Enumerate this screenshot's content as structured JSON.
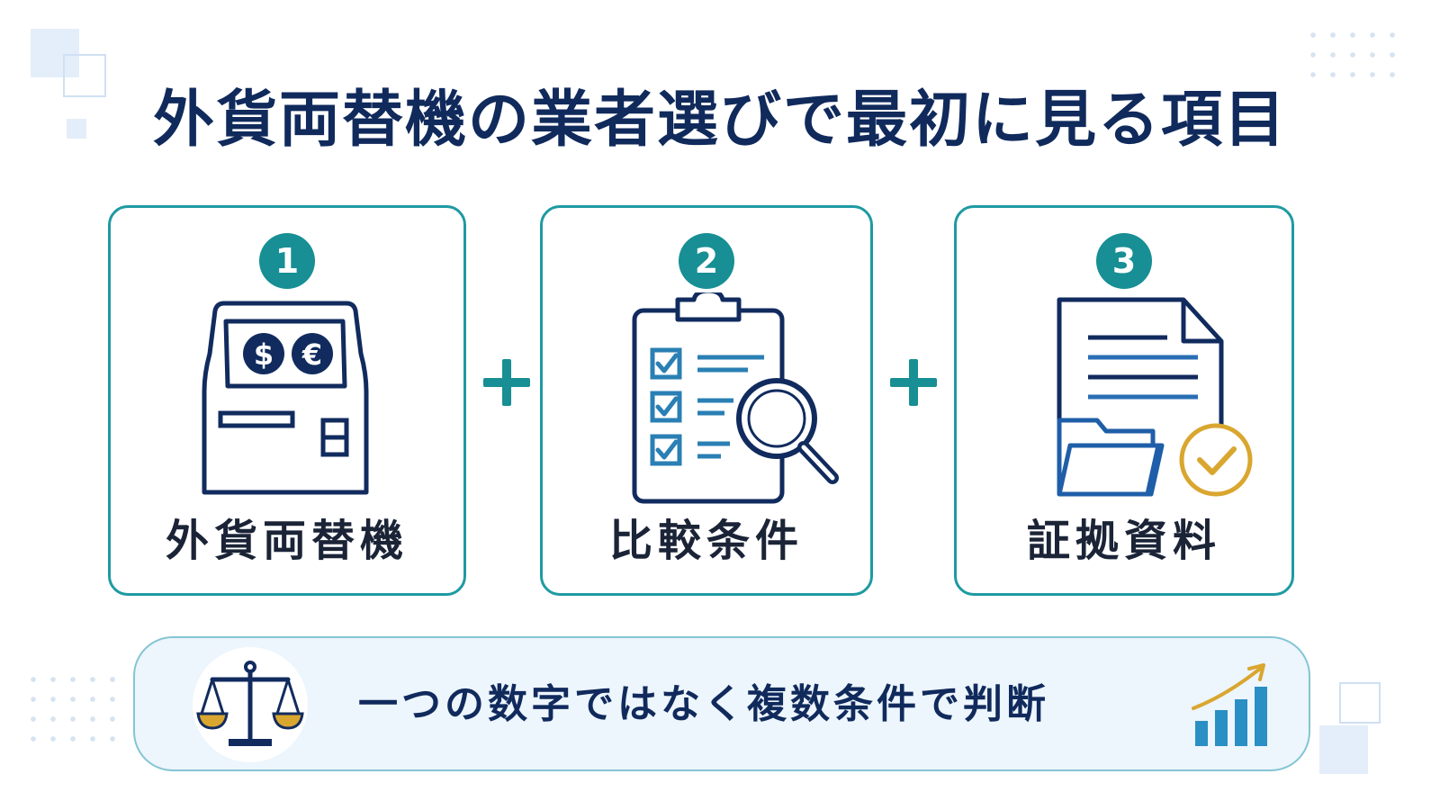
{
  "title": "外貨両替機の業者選びで最初に見る項目",
  "steps": [
    {
      "number": "1",
      "label": "外貨両替機",
      "icon": "currency-exchange-machine-icon"
    },
    {
      "number": "2",
      "label": "比較条件",
      "icon": "clipboard-checklist-magnifier-icon"
    },
    {
      "number": "3",
      "label": "証拠資料",
      "icon": "document-folder-check-icon"
    }
  ],
  "machine_symbols": [
    "$",
    "€"
  ],
  "connector": "plus-icon",
  "banner": {
    "text": "一つの数字ではなく複数条件で判断",
    "left_icon": "balance-scale-icon",
    "right_icon": "growth-chart-icon"
  },
  "colors": {
    "title": "#102a5c",
    "teal": "#178f94",
    "navy": "#112b5e",
    "gold": "#d9a62f",
    "check_blue": "#2a7fb4",
    "banner_bg": "#edf5fd"
  }
}
